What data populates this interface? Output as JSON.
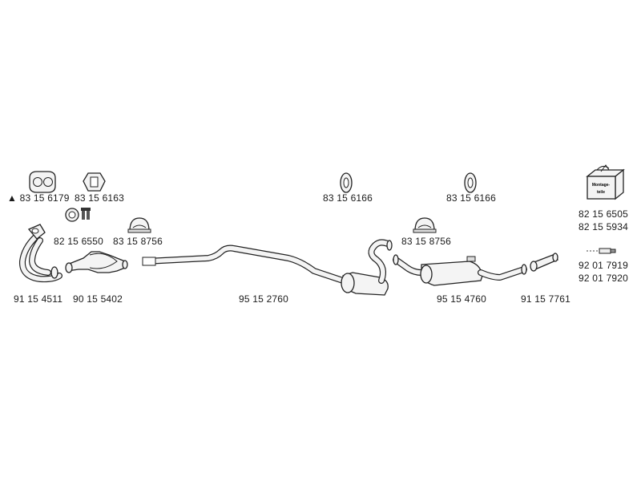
{
  "labels": {
    "gasket_front": "83 15 6179",
    "hanger_front": "83 15 6163",
    "gasket_ring": "82 15 6550",
    "clamp_front": "83 15  8756",
    "hanger_mid": "83 15 6166",
    "hanger_rear": "83 15 6166",
    "clamp_rear": "83 15  8756",
    "kit_a": "82 15 6505",
    "kit_b": "82 15 5934",
    "sensor_a": "92 01 7919",
    "sensor_b": "92 01 7920",
    "front_pipe": "91 15 4511",
    "catalyst": "90 15 5402",
    "middle_section": "95 15 2760",
    "rear_silencer": "95 15 4760",
    "tail_pipe": "91 15 7761"
  },
  "kit_box_text": "Montage-teile",
  "marker_symbol": "▲"
}
